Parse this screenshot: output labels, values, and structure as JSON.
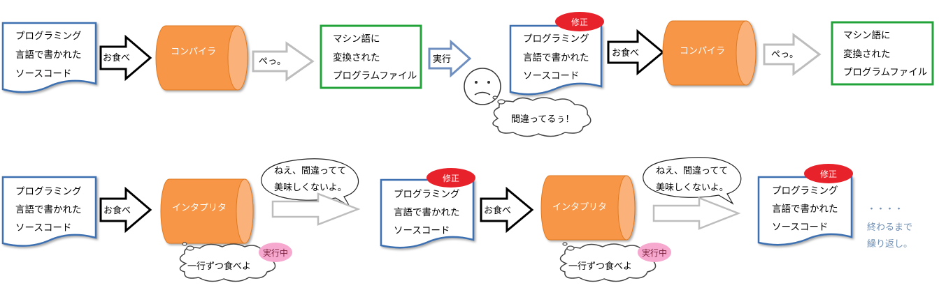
{
  "colors": {
    "doc_border": "#3e6fb0",
    "cylinder_fill": "#f79646",
    "cylinder_cap": "#fbb27a",
    "cylinder_edge": "#e07a20",
    "green_border": "#22a33a",
    "red_badge": "#e8222a",
    "pink_badge": "#f7a8cf",
    "gray_arrow": "#bdbdbd",
    "blue_arrow": "#6f8fc0",
    "trailing_text": "#7a96bd"
  },
  "row1": {
    "doc1": {
      "lines": [
        "プログラミング",
        "言語で書かれた",
        "ソースコード"
      ]
    },
    "eat_arrow1": "お食べ",
    "compiler1": "コンパイラ",
    "spit_arrow1": "ぺっ。",
    "output1": {
      "lines": [
        "マシン語に",
        "変換された",
        "プログラムファイル"
      ]
    },
    "run_arrow": "実行",
    "face_icon": "sad-face-icon",
    "wrong_cloud": "間違ってるぅ！",
    "fix_badge1": "修正",
    "doc2": {
      "lines": [
        "プログラミング",
        "言語で書かれた",
        "ソースコード"
      ]
    },
    "eat_arrow2": "お食べ",
    "compiler2": "コンパイラ",
    "spit_arrow2": "ぺっ。",
    "output2": {
      "lines": [
        "マシン語に",
        "変換された",
        "プログラムファイル"
      ]
    }
  },
  "row2": {
    "doc1": {
      "lines": [
        "プログラミング",
        "言語で書かれた",
        "ソースコード"
      ]
    },
    "eat_arrow1": "お食べ",
    "interpreter1": "インタプリタ",
    "bubble1": {
      "lines": [
        "ねえ、間違ってて",
        "美味しくないよ。"
      ]
    },
    "eating_cloud1": "一行ずつ食べよ",
    "running_badge1": "実行中",
    "fix_badge1": "修正",
    "doc2": {
      "lines": [
        "プログラミング",
        "言語で書かれた",
        "ソースコード"
      ]
    },
    "eat_arrow2": "お食べ",
    "interpreter2": "インタプリタ",
    "bubble2": {
      "lines": [
        "ねえ、間違ってて",
        "美味しくないよ。"
      ]
    },
    "eating_cloud2": "一行ずつ食べよ",
    "running_badge2": "実行中",
    "fix_badge2": "修正",
    "doc3": {
      "lines": [
        "プログラミング",
        "言語で書かれた",
        "ソースコード"
      ]
    },
    "dots": "・・・・",
    "repeat_text": {
      "lines": [
        "終わるまで",
        "繰り返し。"
      ]
    }
  }
}
